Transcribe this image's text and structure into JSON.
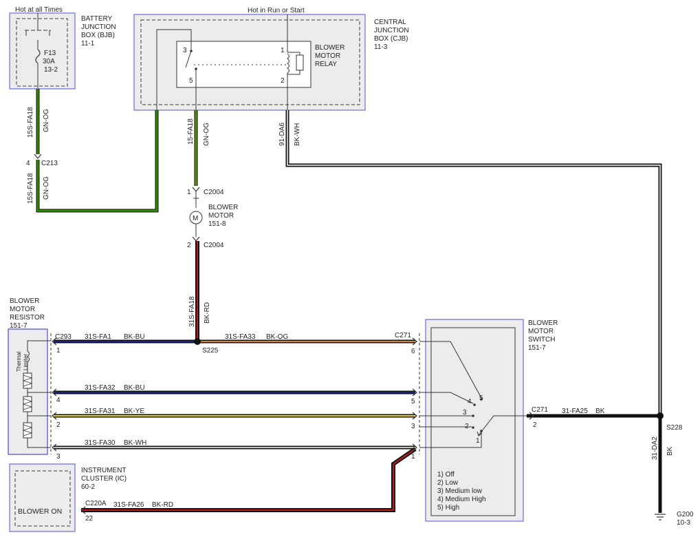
{
  "feeds": {
    "hot_at_all_times": "Hot at all Times",
    "hot_in_run_or_start": "Hot in Run or Start"
  },
  "bjb": {
    "title_lines": [
      "BATTERY",
      "JUNCTION",
      "BOX (BJB)",
      "11-1"
    ],
    "fuse_lines": [
      "F13",
      "30A",
      "13-2"
    ]
  },
  "cjb": {
    "title_lines": [
      "CENTRAL",
      "JUNCTION",
      "BOX (CJB)",
      "11-3"
    ]
  },
  "relay": {
    "title_lines": [
      "BLOWER",
      "MOTOR",
      "RELAY"
    ],
    "pins": [
      "3",
      "5",
      "1",
      "2"
    ]
  },
  "motor": {
    "title_lines": [
      "BLOWER",
      "MOTOR",
      "151-8"
    ],
    "symbol": "M"
  },
  "resistor": {
    "title_lines": [
      "BLOWER",
      "MOTOR",
      "RESISTOR",
      "151-7"
    ],
    "limiter_lines": [
      "Thermal",
      "Limiter"
    ]
  },
  "switch": {
    "title_lines": [
      "BLOWER",
      "MOTOR",
      "SWITCH",
      "151-7"
    ],
    "legend": [
      "1) Off",
      "2) Low",
      "3) Medium low",
      "4) Medium High",
      "5) High"
    ],
    "positions": [
      "5",
      "4",
      "3",
      "2",
      "1"
    ]
  },
  "cluster": {
    "title_lines": [
      "INSTRUMENT",
      "CLUSTER (IC)",
      "60-2"
    ],
    "blower_on": "BLOWER ON"
  },
  "connectors": {
    "c213": "C213",
    "c213_pin": "4",
    "c2004": "C2004",
    "c2004_pin_top": "1",
    "c2004_pin_bottom": "2",
    "c293": "C293",
    "c271": "C271",
    "c220a": "C220A",
    "c220a_pin": "22",
    "res_pins": [
      "1",
      "4",
      "2",
      "3"
    ],
    "sw_pins": [
      "6",
      "5",
      "3",
      "1"
    ],
    "c271_right_pin": "2"
  },
  "splices": {
    "s225": "S225",
    "s228": "S228"
  },
  "ground": {
    "name": "G200",
    "ref": "10-3"
  },
  "wires": {
    "w1_circuit": "15S-FA18",
    "w1_color": "GN-OG",
    "w2_circuit": "15S-FA18",
    "w2_color": "GN-OG",
    "w3_circuit": "15-FA18",
    "w3_color": "GN-OG",
    "w4_circuit": "91-DA6",
    "w4_color": "BK-WH",
    "w5_circuit": "31S-FA18",
    "w5_color": "BK-RD",
    "w6_circuit": "31S-FA1",
    "w6_color": "BK-BU",
    "w7_circuit": "31S-FA33",
    "w7_color": "BK-OG",
    "w8_circuit": "31S-FA32",
    "w8_color": "BK-BU",
    "w9_circuit": "31S-FA31",
    "w9_color": "BK-YE",
    "w10_circuit": "31S-FA30",
    "w10_color": "BK-WH",
    "w11_circuit": "31-FA25",
    "w11_color": "BK",
    "w12_circuit": "31-DA2",
    "w12_color": "BK",
    "w13_circuit": "31S-FA26",
    "w13_color": "BK-RD"
  },
  "colors": {
    "green": "#2e8b00",
    "orange": "#d98a1a",
    "black": "#111111",
    "blue": "#1a237e",
    "yellow": "#e8d21a",
    "red": "#c0191e",
    "white": "#ffffff",
    "box_border": "#6a6adf",
    "box_fill": "#ececec"
  }
}
